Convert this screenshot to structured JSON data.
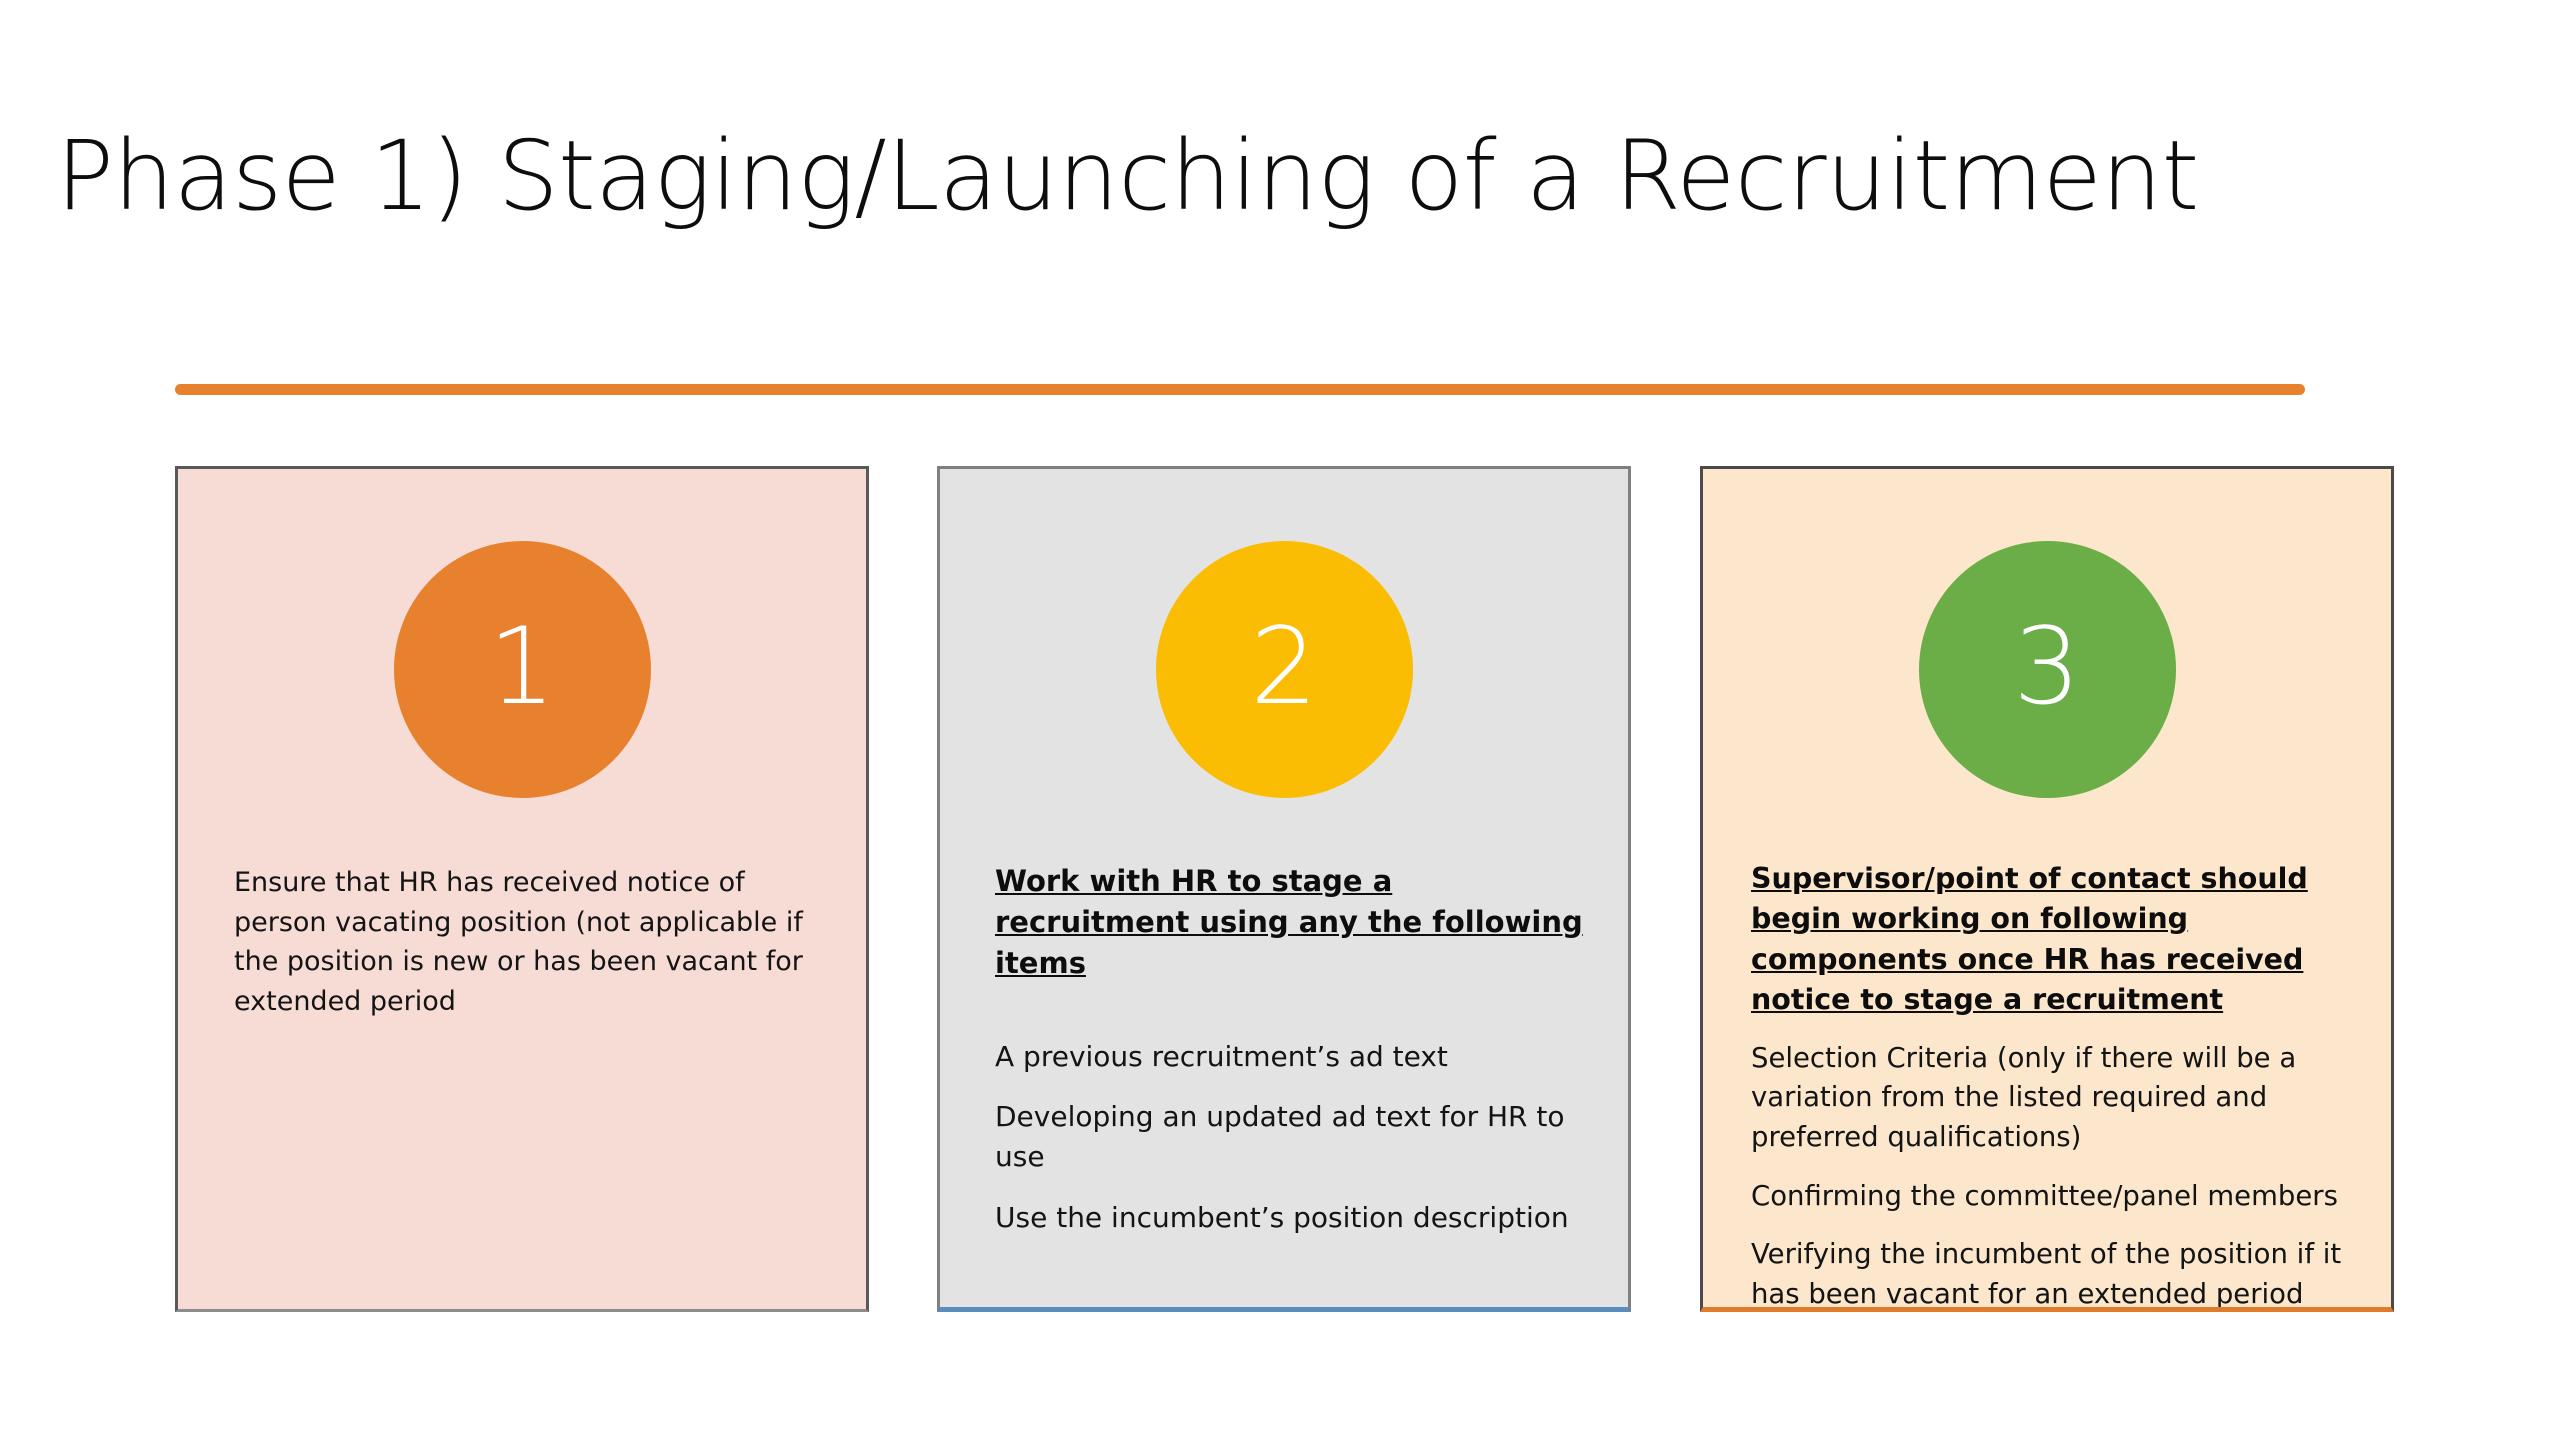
{
  "slide": {
    "title": "Phase 1) Staging/Launching of a Recruitment",
    "accent_color": "#E8812E",
    "background": "#FFFFFF"
  },
  "cards": [
    {
      "number": "1",
      "circle_color": "#E8812E",
      "background": "#F6DCD5",
      "border_color": "#595959",
      "heading": "",
      "paragraphs": [
        "Ensure that HR has received notice of person vacating position (not applicable if the position is new or has been vacant for extended period"
      ]
    },
    {
      "number": "2",
      "circle_color": "#FBBC04",
      "background": "#E3E3E3",
      "border_color": "#808080",
      "accent_border_color": "#5B8CBE",
      "heading": "Work with HR to stage a recruitment using any the following items",
      "paragraphs": [
        "A previous recruitment’s ad text",
        "Developing an updated ad text for HR to use",
        "Use the incumbent’s position description"
      ]
    },
    {
      "number": "3",
      "circle_color": "#6BAD46",
      "background": "#FCE7CD",
      "border_color": "#4A4A4A",
      "accent_border_color": "#E07B2C",
      "heading": "Supervisor/point of contact should begin working on following components once HR has received notice to stage a recruitment",
      "paragraphs": [
        "Selection Criteria (only if there will be a variation from the listed required and preferred qualifications)",
        "Confirming the committee/panel members",
        "Verifying the incumbent of the position if it has been vacant for an extended period"
      ]
    }
  ]
}
